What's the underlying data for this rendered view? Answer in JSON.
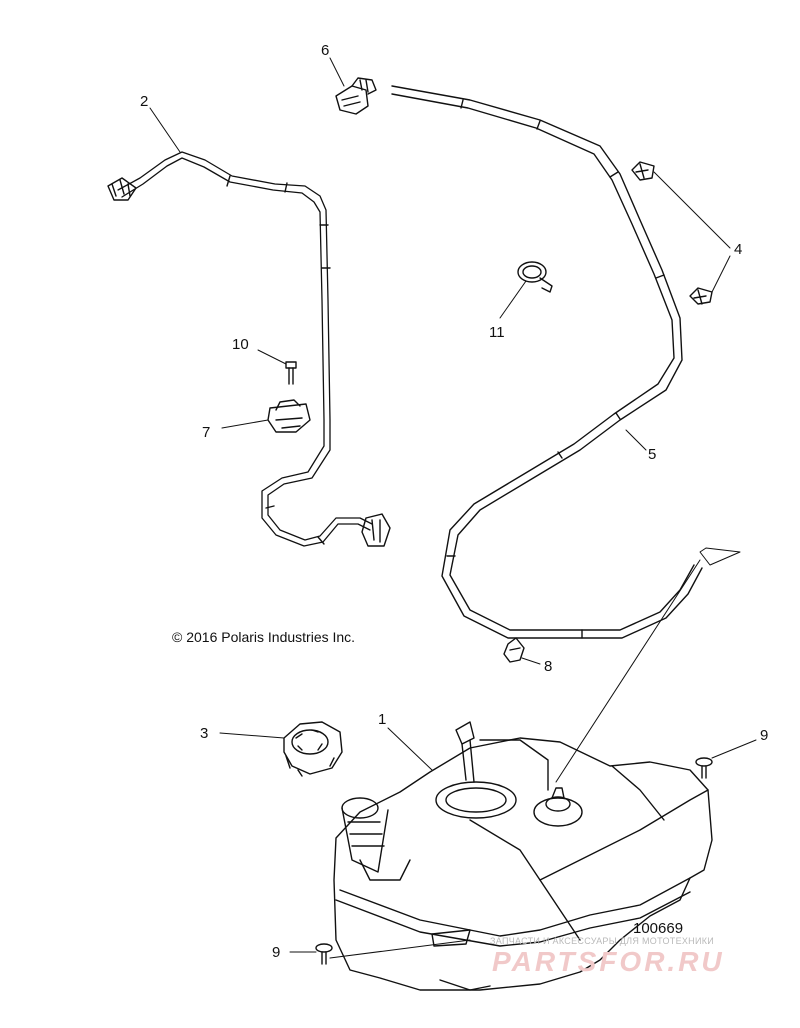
{
  "callouts": {
    "c1": "1",
    "c2": "2",
    "c3": "3",
    "c4": "4",
    "c5": "5",
    "c6": "6",
    "c7": "7",
    "c8": "8",
    "c9a": "9",
    "c9b": "9",
    "c10": "10",
    "c11": "11"
  },
  "copyright": "© 2016 Polaris Industries Inc.",
  "part_number": "100669",
  "watermark": {
    "tagline": "ЗАПЧАСТИ И АКСЕССУАРЫ ДЛЯ МОТОТЕХНИКИ",
    "logo": "PARTSFOR.RU"
  },
  "colors": {
    "line": "#111111",
    "watermark_logo": "#f1c9c9",
    "watermark_text": "#b9b9b9"
  }
}
